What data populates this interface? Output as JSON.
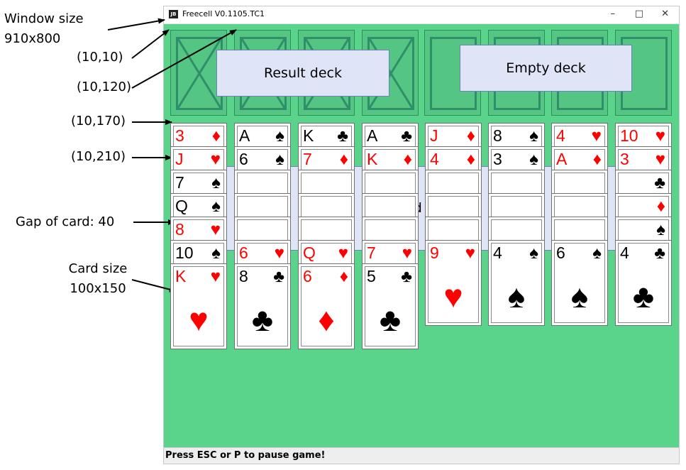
{
  "annotations": {
    "window_size_line1": "Window size",
    "window_size_line2": "910x800",
    "coord_10_10": "(10,10)",
    "coord_10_120": "(10,120)",
    "coord_10_170": "(10,170)",
    "coord_10_210": "(10,210)",
    "gap_of_card": "Gap of card: 40",
    "card_size_line1": "Card size",
    "card_size_line2": "100x150"
  },
  "window": {
    "title": "Freecell V0.1105.TC1",
    "icon_text": "JB",
    "minimize": "–",
    "maximize": "□",
    "close": "✕",
    "status": "Press ESC or P to pause game!"
  },
  "callouts": {
    "result_deck": "Result deck",
    "empty_deck": "Empty deck",
    "board_deck": "Board deck"
  },
  "suits": {
    "hearts": "♥",
    "diamonds": "♦",
    "spades": "♠",
    "clubs": "♣"
  },
  "colors": {
    "table_green": "#5ad48b",
    "red_suit": "#ff0000",
    "callout_fill": "#dfe4f6"
  },
  "columns": [
    {
      "cards": [
        {
          "rank": "3",
          "suit": "diamonds"
        },
        {
          "rank": "J",
          "suit": "hearts"
        },
        {
          "rank": "7",
          "suit": "spades"
        },
        {
          "rank": "Q",
          "suit": "spades"
        },
        {
          "rank": "8",
          "suit": "hearts"
        },
        {
          "rank": "10",
          "suit": "spades"
        },
        {
          "rank": "K",
          "suit": "hearts"
        }
      ]
    },
    {
      "cards": [
        {
          "rank": "A",
          "suit": "spades"
        },
        {
          "rank": "6",
          "suit": "spades"
        },
        {
          "rank": "",
          "suit": ""
        },
        {
          "rank": "",
          "suit": ""
        },
        {
          "rank": "",
          "suit": ""
        },
        {
          "rank": "6",
          "suit": "hearts"
        },
        {
          "rank": "8",
          "suit": "clubs"
        }
      ]
    },
    {
      "cards": [
        {
          "rank": "K",
          "suit": "clubs"
        },
        {
          "rank": "7",
          "suit": "diamonds"
        },
        {
          "rank": "",
          "suit": ""
        },
        {
          "rank": "",
          "suit": ""
        },
        {
          "rank": "",
          "suit": ""
        },
        {
          "rank": "Q",
          "suit": "hearts"
        },
        {
          "rank": "6",
          "suit": "diamonds"
        }
      ]
    },
    {
      "cards": [
        {
          "rank": "A",
          "suit": "clubs"
        },
        {
          "rank": "K",
          "suit": "diamonds"
        },
        {
          "rank": "",
          "suit": ""
        },
        {
          "rank": "",
          "suit": ""
        },
        {
          "rank": "",
          "suit": ""
        },
        {
          "rank": "7",
          "suit": "hearts"
        },
        {
          "rank": "5",
          "suit": "clubs"
        }
      ]
    },
    {
      "cards": [
        {
          "rank": "J",
          "suit": "diamonds"
        },
        {
          "rank": "4",
          "suit": "diamonds"
        },
        {
          "rank": "",
          "suit": ""
        },
        {
          "rank": "",
          "suit": ""
        },
        {
          "rank": "",
          "suit": ""
        },
        {
          "rank": "9",
          "suit": "hearts"
        }
      ]
    },
    {
      "cards": [
        {
          "rank": "8",
          "suit": "spades"
        },
        {
          "rank": "3",
          "suit": "spades"
        },
        {
          "rank": "",
          "suit": ""
        },
        {
          "rank": "",
          "suit": ""
        },
        {
          "rank": "",
          "suit": ""
        },
        {
          "rank": "4",
          "suit": "spades"
        }
      ]
    },
    {
      "cards": [
        {
          "rank": "4",
          "suit": "hearts"
        },
        {
          "rank": "A",
          "suit": "diamonds"
        },
        {
          "rank": "",
          "suit": ""
        },
        {
          "rank": "",
          "suit": ""
        },
        {
          "rank": "",
          "suit": ""
        },
        {
          "rank": "6",
          "suit": "spades"
        }
      ]
    },
    {
      "cards": [
        {
          "rank": "10",
          "suit": "hearts"
        },
        {
          "rank": "3",
          "suit": "hearts"
        },
        {
          "rank": "",
          "suit": "clubs"
        },
        {
          "rank": "",
          "suit": "diamonds"
        },
        {
          "rank": "",
          "suit": "spades"
        },
        {
          "rank": "4",
          "suit": "clubs"
        }
      ]
    }
  ]
}
